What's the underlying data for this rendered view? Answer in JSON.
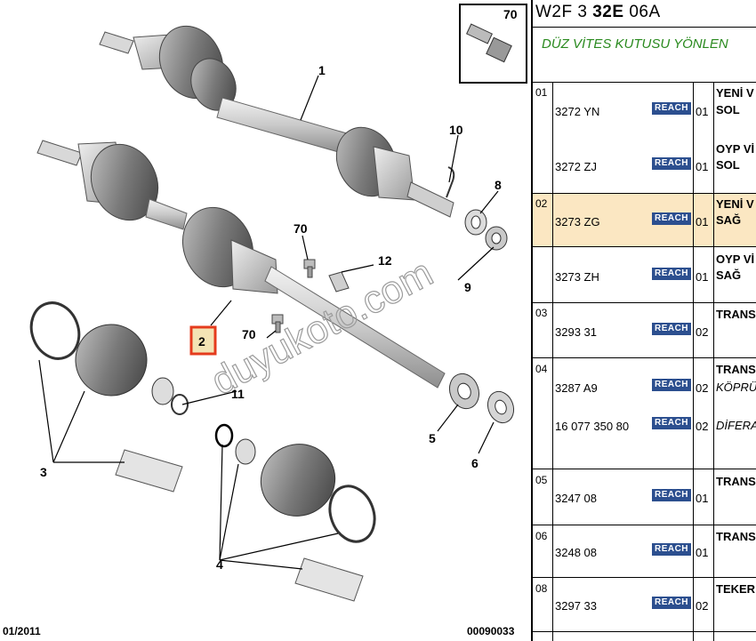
{
  "diagram": {
    "callouts": {
      "c1": "1",
      "c2": "2",
      "c3": "3",
      "c4": "4",
      "c5": "5",
      "c6": "6",
      "c8": "8",
      "c9": "9",
      "c10": "10",
      "c11": "11",
      "c12": "12",
      "c70a": "70",
      "c70b": "70",
      "c70inset": "70"
    },
    "watermark": "duyukoto.com",
    "footer_date": "01/2011",
    "footer_ref": "00090033"
  },
  "table": {
    "header_code_prefix": "W2F 3 ",
    "header_code_bold": "32E",
    "header_code_suffix": " 06A",
    "subtitle": "DÜZ VİTES KUTUSU YÖNLEN",
    "badge_label": "REACH",
    "rows": [
      {
        "num": "01",
        "pn": "3272 YN",
        "qty": "01",
        "d1": "YENİ V",
        "d2": "SOL"
      },
      {
        "num": "",
        "pn": "3272 ZJ",
        "qty": "01",
        "d1": "OYP Vİ",
        "d2": "SOL"
      },
      {
        "num": "02",
        "pn": "3273 ZG",
        "qty": "01",
        "d1": "YENİ V",
        "d2": "SAĞ"
      },
      {
        "num": "",
        "pn": "3273 ZH",
        "qty": "01",
        "d1": "OYP Vİ",
        "d2": "SAĞ"
      },
      {
        "num": "03",
        "pn": "3293 31",
        "qty": "02",
        "d1": "TRANS",
        "d2": ""
      },
      {
        "num": "04",
        "pn": "3287 A9",
        "qty": "02",
        "d1": "TRANS",
        "d2": "KÖPRÜ"
      },
      {
        "num": "",
        "pn": "16 077 350 80",
        "qty": "02",
        "d1": "DİFERA",
        "d2": ""
      },
      {
        "num": "05",
        "pn": "3247 08",
        "qty": "01",
        "d1": "TRANS",
        "d2": ""
      },
      {
        "num": "06",
        "pn": "3248 08",
        "qty": "01",
        "d1": "TRANS",
        "d2": ""
      },
      {
        "num": "08",
        "pn": "3297 33",
        "qty": "02",
        "d1": "TEKER",
        "d2": ""
      }
    ]
  }
}
